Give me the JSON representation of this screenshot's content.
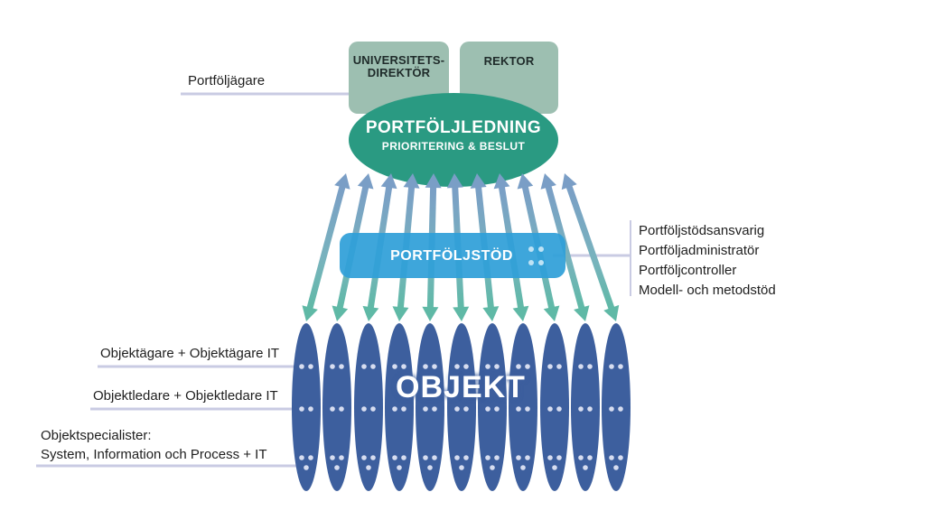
{
  "boxes": {
    "universitetsdirektor": {
      "line1": "UNIVERSITETS-",
      "line2": "DIREKTÖR"
    },
    "rektor": "REKTOR"
  },
  "portfoljledning": {
    "title": "PORTFÖLJLEDNING",
    "subtitle": "PRIORITERING & BESLUT"
  },
  "portfoljstod": {
    "title": "PORTFÖLJSTÖD"
  },
  "objekt": {
    "title": "OBJEKT"
  },
  "labels": {
    "portfoljagare": "Portföljägare",
    "stod_roles": [
      "Portföljstödsansvarig",
      "Portföljadministratör",
      "Portföljcontroller",
      "Modell- och metodstöd"
    ],
    "objektagare": "Objektägare + Objektägare IT",
    "objektledare": "Objektledare + Objektledare IT",
    "objektspecialister_line1": "Objektspecialister:",
    "objektspecialister_line2": "System, Information och Process + IT"
  },
  "colors": {
    "box": "#9dbfb1",
    "ellipse": "#2a9a82",
    "stod": "#2f9fd8",
    "objekt": "#3d5f9e",
    "arrow_top": "#7a9ec6",
    "arrow_bottom": "#5fb9a6",
    "leader": "#c9cbe3"
  }
}
